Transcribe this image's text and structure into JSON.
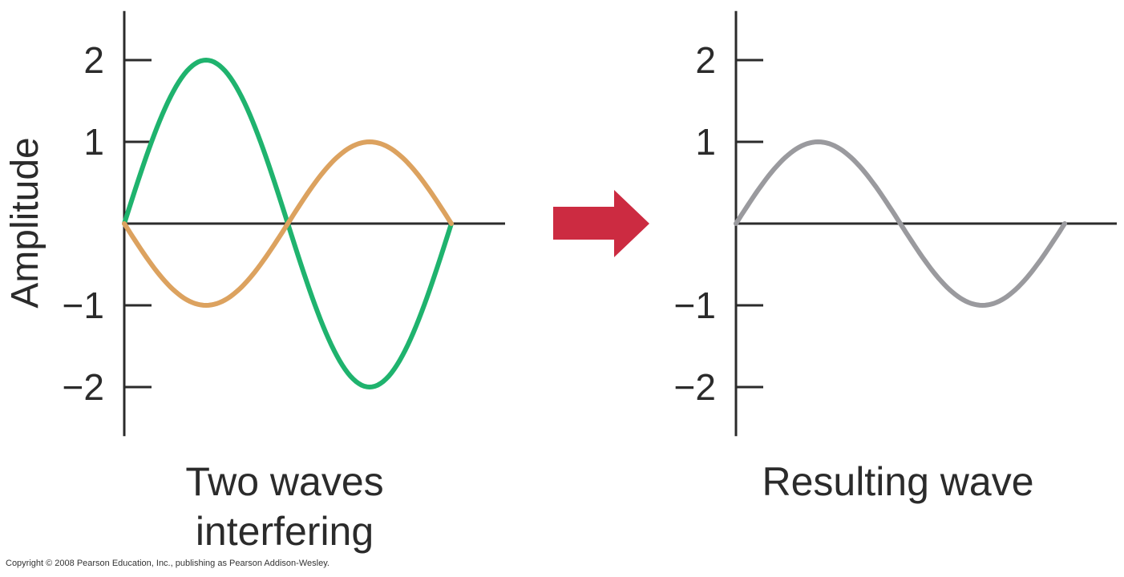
{
  "chart_data": [
    {
      "type": "line",
      "title": "Two waves interfering",
      "caption_lines": [
        "Two waves",
        "interfering"
      ],
      "ylabel": "Amplitude",
      "xlabel": "",
      "ylim": [
        -2.6,
        2.6
      ],
      "yticks": [
        2,
        1,
        0,
        -1,
        -2
      ],
      "ytick_labels": [
        "2",
        "1",
        "",
        "−1",
        "−2"
      ],
      "series": [
        {
          "name": "wave-a",
          "function": "sine",
          "amplitude": 2,
          "cycles": 1,
          "color": "#1fb36e"
        },
        {
          "name": "wave-b",
          "function": "sine",
          "amplitude": -1,
          "cycles": 1,
          "color": "#dca25f"
        }
      ],
      "grid": false
    },
    {
      "type": "line",
      "title": "Resulting wave",
      "caption_lines": [
        "Resulting wave"
      ],
      "ylabel": "",
      "xlabel": "",
      "ylim": [
        -2.6,
        2.6
      ],
      "yticks": [
        2,
        1,
        0,
        -1,
        -2
      ],
      "ytick_labels": [
        "2",
        "1",
        "",
        "−1",
        "−2"
      ],
      "series": [
        {
          "name": "resulting-wave",
          "function": "sine",
          "amplitude": 1,
          "cycles": 1,
          "color": "#9a9a9e"
        }
      ],
      "grid": false
    }
  ],
  "arrow_color": "#cc2b41",
  "axis_color": "#2b2b2b",
  "copyright": "Copyright © 2008 Pearson Education, Inc., publishing as Pearson Addison-Wesley."
}
